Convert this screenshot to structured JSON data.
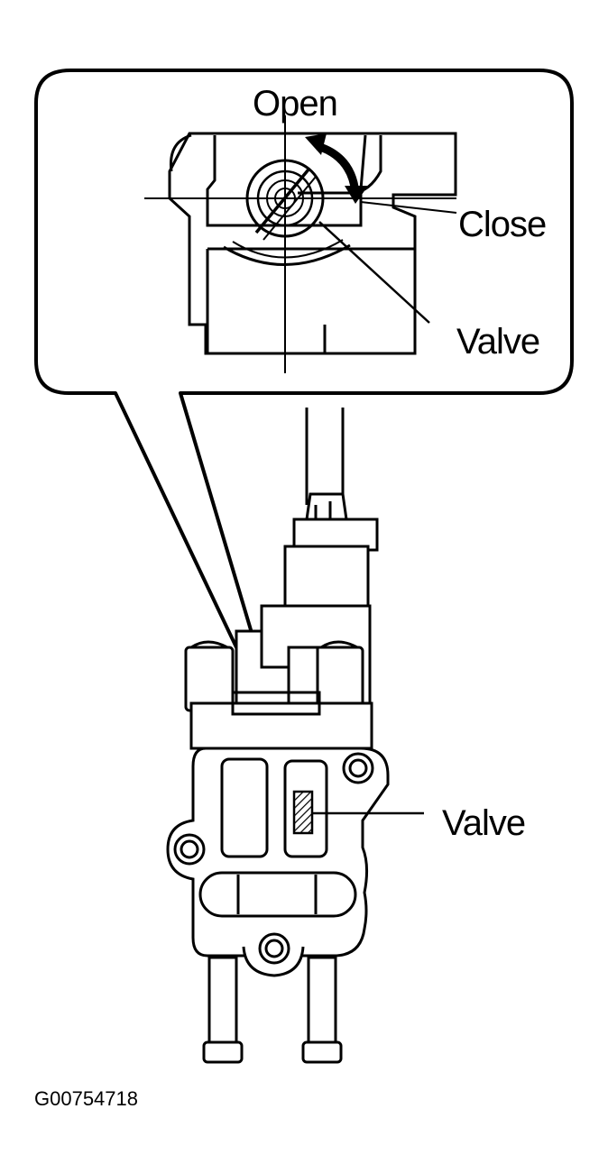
{
  "labels": {
    "open": "Open",
    "close": "Close",
    "valve_top": "Valve",
    "valve_bottom": "Valve",
    "figure_id": "G00754718"
  },
  "colors": {
    "ink": "#000000",
    "paper": "#ffffff"
  },
  "icons": {
    "rotation": "curved-double-arrow",
    "callout": "rounded-callout-bubble"
  }
}
